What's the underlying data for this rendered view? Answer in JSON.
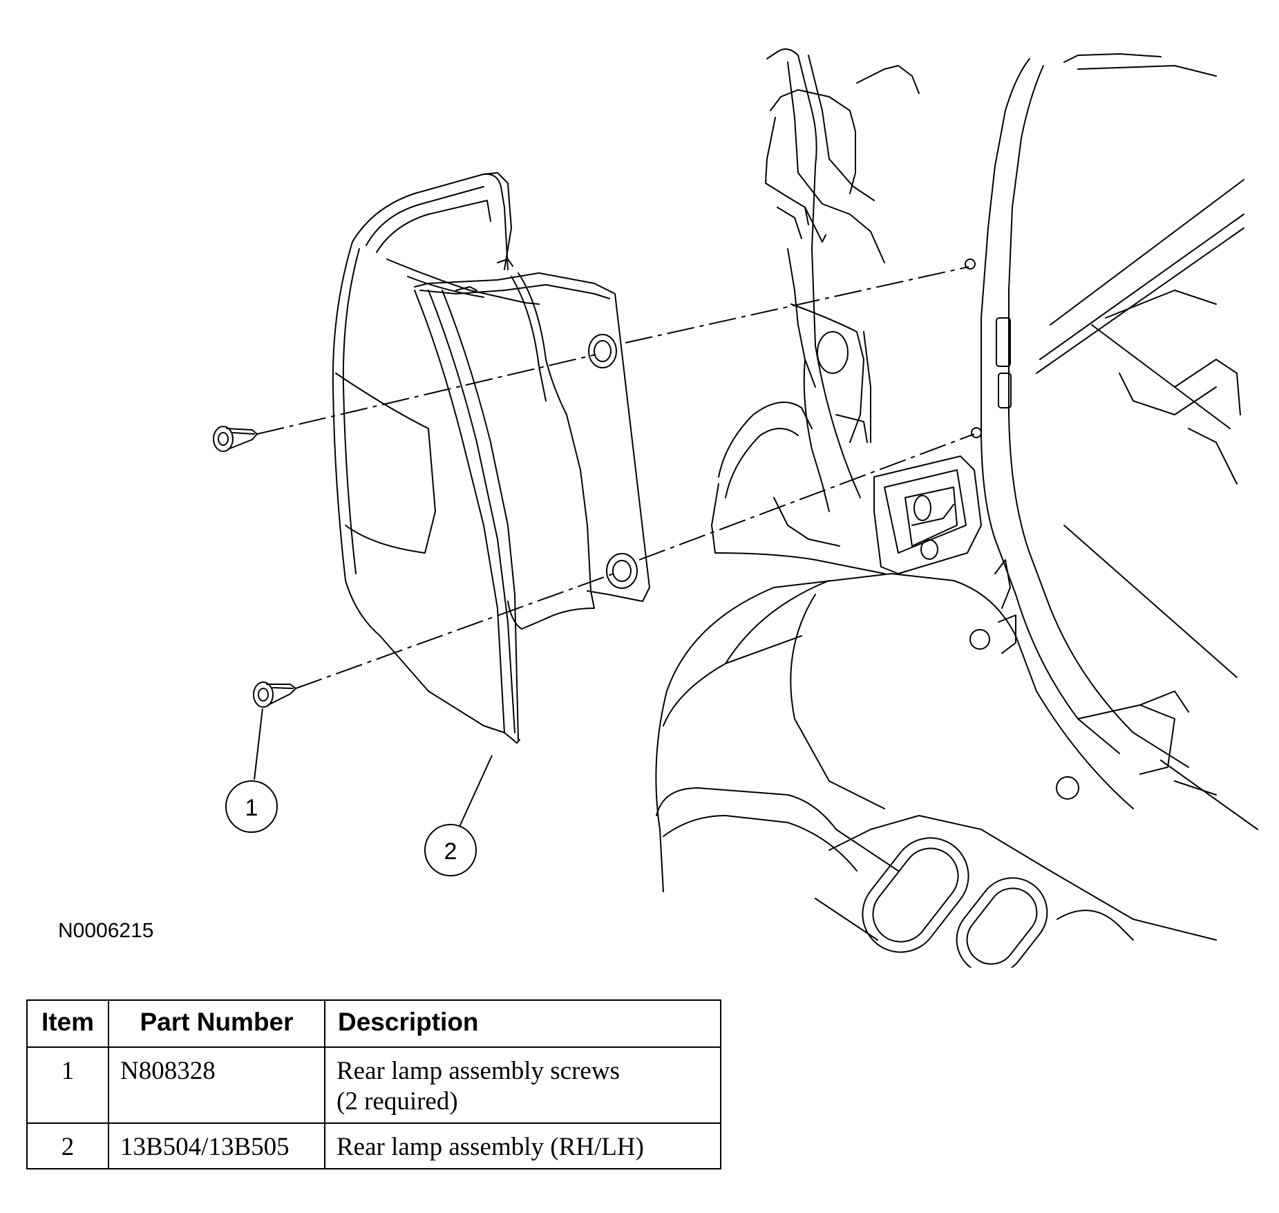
{
  "diagram_id": "N0006215",
  "callouts": [
    "1",
    "2"
  ],
  "table": {
    "headers": [
      "Item",
      "Part Number",
      "Description"
    ],
    "rows": [
      {
        "item": "1",
        "part_number": "N808328",
        "description_lines": [
          "Rear lamp assembly screws",
          "(2 required)"
        ]
      },
      {
        "item": "2",
        "part_number": "13B504/13B505",
        "description_lines": [
          "Rear lamp assembly (RH/LH)"
        ]
      }
    ]
  }
}
